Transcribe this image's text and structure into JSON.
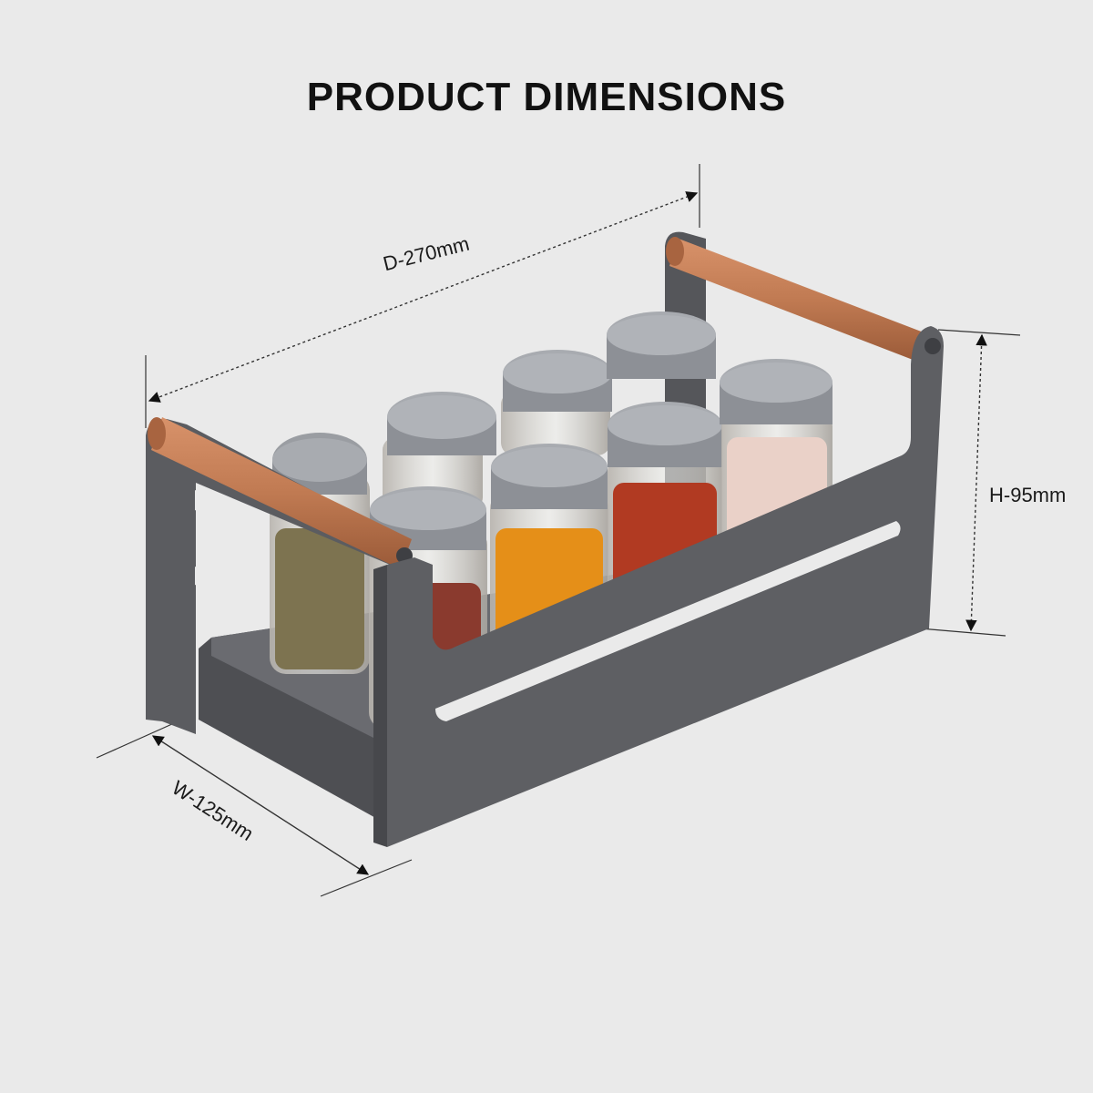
{
  "title": "PRODUCT DIMENSIONS",
  "dimensions": {
    "depth": "D-270mm",
    "height": "H-95mm",
    "width": "W-125mm"
  },
  "colors": {
    "background": "#eaeaea",
    "frame": "#5b5c60",
    "frame_dark": "#46474b",
    "handle": "#c07a52",
    "cap": "#9a9da2",
    "lines": "#222222"
  },
  "jar_contents": [
    "dried herbs",
    "chili flakes",
    "turmeric",
    "chili flakes",
    "pink salt"
  ]
}
